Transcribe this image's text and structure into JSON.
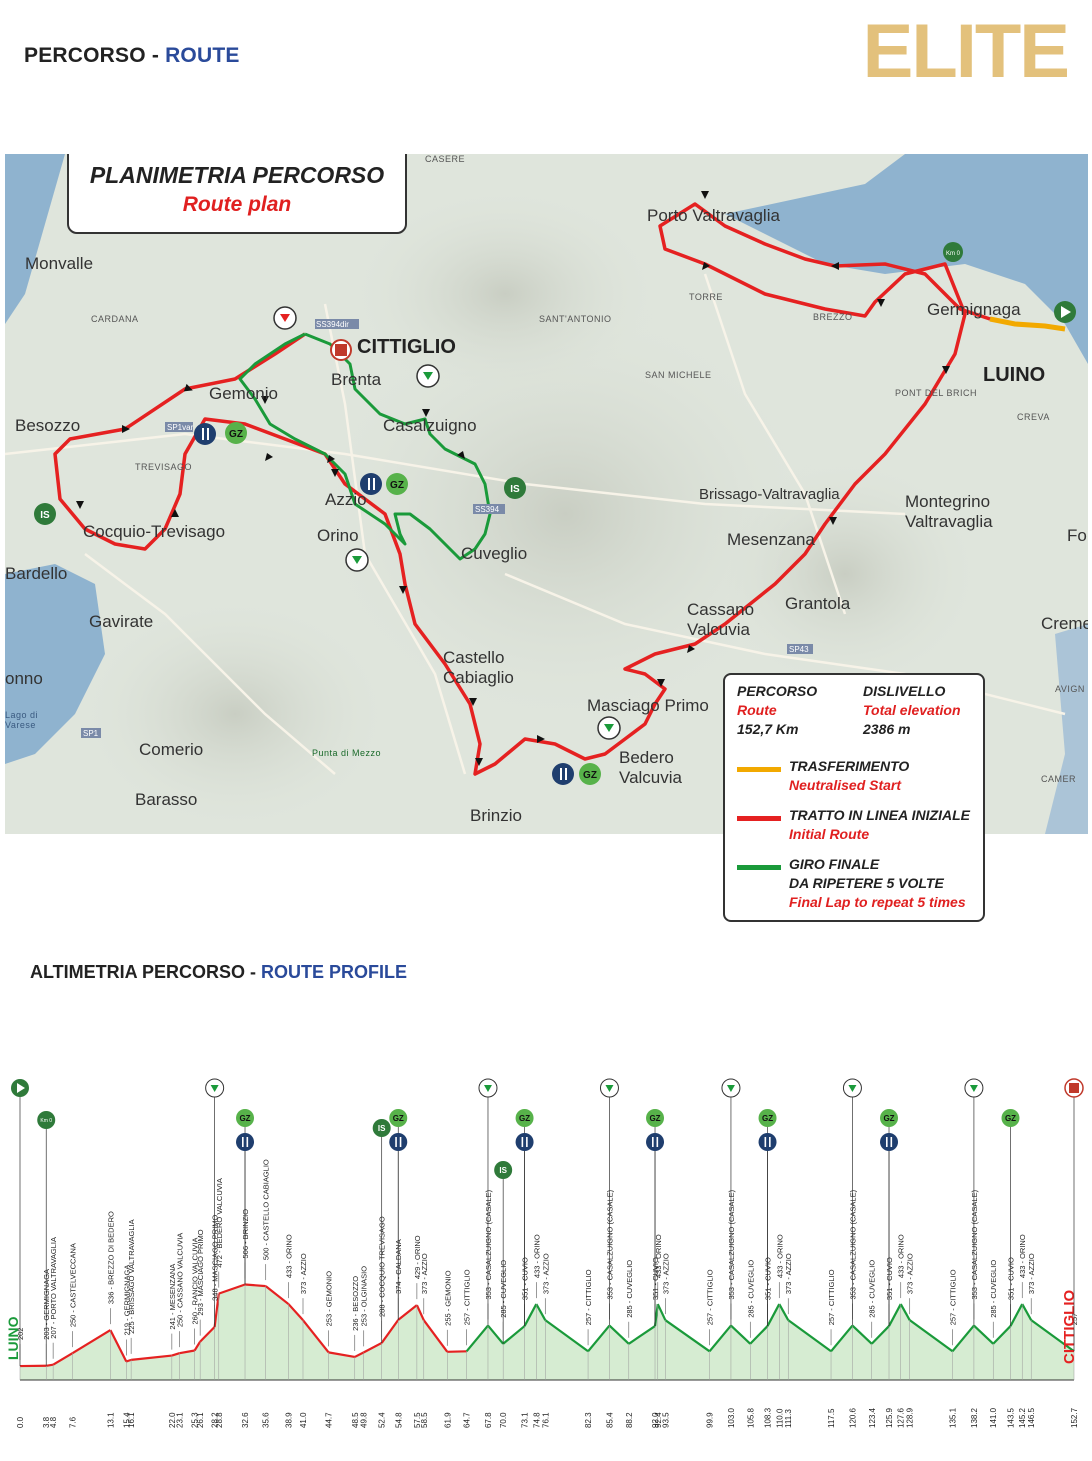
{
  "header": {
    "title_a": "PERCORSO - ",
    "title_b": "ROUTE",
    "category": "ELITE"
  },
  "map": {
    "plan_title": "PLANIMETRIA PERCORSO",
    "plan_subtitle": "Route plan",
    "places": [
      "Monvalle",
      "CARDANA",
      "Besozzo",
      "TREVISAGO",
      "Cocquio-Trevisago",
      "Bardello",
      "Gavirate",
      "onno",
      "Lago di Varese",
      "Comerio",
      "Barasso",
      "Gemonio",
      "Brenta",
      "CITTIGLIO",
      "Casalzuigno",
      "Azzio",
      "Orino",
      "Cuveglio",
      "Castello Cabiaglio",
      "Punta di Mezzo",
      "Brinzio",
      "Masciago Primo",
      "Bedero Valcuvia",
      "Cassano Valcuvia",
      "Grantola",
      "Mesenzana",
      "Brissago-Valtravaglia",
      "Montegrino Valtravaglia",
      "Porto Valtravaglia",
      "TORRE",
      "BREZZO",
      "SANT'ANTONIO",
      "SAN MICHELE",
      "Germignaga",
      "LUINO",
      "PONT DEL BRICH",
      "CREVA",
      "Cremenaga",
      "AVIGN",
      "CAMER",
      "CASERE",
      "For"
    ],
    "road_labels": [
      "SP1var",
      "SP1",
      "SS394dir",
      "SS394",
      "SP43"
    ],
    "icons": [
      "start-flag",
      "km0-marker",
      "finish-flag",
      "feed-zone",
      "gz-marker",
      "is-marker",
      "descent-marker"
    ]
  },
  "legend": {
    "percorso": "PERCORSO",
    "route": "Route",
    "distance": "152,7 Km",
    "dislivello": "DISLIVELLO",
    "total_elevation": "Total elevation",
    "elevation": "2386 m",
    "items": [
      {
        "title": "TRASFERIMENTO",
        "sub": "Neutralised Start",
        "color": "#f2a900"
      },
      {
        "title": "TRATTO IN LINEA INIZIALE",
        "sub": "Initial Route",
        "color": "#e52121"
      },
      {
        "title": "GIRO FINALE",
        "title2": "DA RIPETERE 5 VOLTE",
        "sub": "Final Lap to repeat 5 times",
        "color": "#1a9a3a"
      }
    ]
  },
  "profile": {
    "title_a": "ALTIMETRIA PERCORSO - ",
    "title_b": "ROUTE PROFILE",
    "start_label": "LUINO",
    "finish_label": "CITTIGLIO",
    "points": [
      {
        "km": 0.0,
        "alt": 202,
        "name": "",
        "color": "#f2a900"
      },
      {
        "km": 3.8,
        "alt": 203,
        "name": "GERMIGNAGA",
        "color": "#e52121"
      },
      {
        "km": 4.8,
        "alt": 207,
        "name": "PORTO VALTRAVAGLIA",
        "color": "#e52121"
      },
      {
        "km": 7.6,
        "alt": 250,
        "name": "CASTELVECCANA",
        "color": "#e52121"
      },
      {
        "km": 13.1,
        "alt": 336,
        "name": "BREZZO DI BEDERO",
        "color": "#e52121"
      },
      {
        "km": 15.4,
        "alt": 219,
        "name": "GERMIGNAGA",
        "color": "#e52121"
      },
      {
        "km": 16.1,
        "alt": 225,
        "name": "BRISSAGO VALTRAVAGLIA",
        "color": "#e52121"
      },
      {
        "km": 22.0,
        "alt": 241,
        "name": "MESENZANA",
        "color": "#e52121"
      },
      {
        "km": 23.1,
        "alt": 250,
        "name": "CASSANO VALCUVIA",
        "color": "#e52121"
      },
      {
        "km": 25.3,
        "alt": 260,
        "name": "RANCIO VALCUVIA",
        "color": "#e52121"
      },
      {
        "km": 26.1,
        "alt": 293,
        "name": "MASCIAGO PRIMO",
        "color": "#e52121"
      },
      {
        "km": 28.2,
        "alt": 348,
        "name": "MASCIAGO PRIMO",
        "color": "#e52121"
      },
      {
        "km": 28.8,
        "alt": 472,
        "name": "BEDERO VALCUVIA",
        "color": "#e52121"
      },
      {
        "km": 32.6,
        "alt": 506,
        "name": "BRINZIO",
        "color": "#e52121"
      },
      {
        "km": 35.6,
        "alt": 500,
        "name": "CASTELLO CABIAGLIO",
        "color": "#e52121"
      },
      {
        "km": 38.9,
        "alt": 433,
        "name": "ORINO",
        "color": "#e52121"
      },
      {
        "km": 41.0,
        "alt": 373,
        "name": "AZZIO",
        "color": "#e52121"
      },
      {
        "km": 44.7,
        "alt": 253,
        "name": "GEMONIO",
        "color": "#e52121"
      },
      {
        "km": 48.5,
        "alt": 236,
        "name": "BESOZZO",
        "color": "#e52121"
      },
      {
        "km": 49.8,
        "alt": 253,
        "name": "OLGINASIO",
        "color": "#e52121"
      },
      {
        "km": 52.4,
        "alt": 288,
        "name": "COCQUIO TREVISAGO",
        "color": "#e52121"
      },
      {
        "km": 54.8,
        "alt": 374,
        "name": "CALDANA",
        "color": "#e52121"
      },
      {
        "km": 57.5,
        "alt": 429,
        "name": "ORINO",
        "color": "#e52121"
      },
      {
        "km": 58.5,
        "alt": 373,
        "name": "AZZIO",
        "color": "#e52121"
      },
      {
        "km": 61.9,
        "alt": 255,
        "name": "GEMONIO",
        "color": "#e52121"
      },
      {
        "km": 64.7,
        "alt": 257,
        "name": "CITTIGLIO",
        "color": "#e52121"
      },
      {
        "km": 67.8,
        "alt": 353,
        "name": "CASALZUIGNO (CASALE)",
        "color": "#1a9a3a"
      },
      {
        "km": 70.0,
        "alt": 285,
        "name": "CUVEGLIO",
        "color": "#1a9a3a"
      },
      {
        "km": 73.1,
        "alt": 351,
        "name": "CUVIO",
        "color": "#1a9a3a"
      },
      {
        "km": 74.8,
        "alt": 433,
        "name": "ORINO",
        "color": "#1a9a3a"
      },
      {
        "km": 76.1,
        "alt": 373,
        "name": "AZZIO",
        "color": "#1a9a3a"
      },
      {
        "km": 82.3,
        "alt": 257,
        "name": "CITTIGLIO",
        "color": "#1a9a3a"
      },
      {
        "km": 85.4,
        "alt": 353,
        "name": "CASALZUIGNO (CASALE)",
        "color": "#1a9a3a"
      },
      {
        "km": 88.2,
        "alt": 285,
        "name": "CUVEGLIO",
        "color": "#1a9a3a"
      },
      {
        "km": 92.0,
        "alt": 351,
        "name": "CUVIO",
        "color": "#1a9a3a"
      },
      {
        "km": 92.4,
        "alt": 433,
        "name": "ORINO",
        "color": "#1a9a3a"
      },
      {
        "km": 93.5,
        "alt": 373,
        "name": "AZZIO",
        "color": "#1a9a3a"
      },
      {
        "km": 99.9,
        "alt": 257,
        "name": "CITTIGLIO",
        "color": "#1a9a3a"
      },
      {
        "km": 103.0,
        "alt": 353,
        "name": "CASALZUIGNO (CASALE)",
        "color": "#1a9a3a"
      },
      {
        "km": 105.8,
        "alt": 285,
        "name": "CUVEGLIO",
        "color": "#1a9a3a"
      },
      {
        "km": 108.3,
        "alt": 351,
        "name": "CUVIO",
        "color": "#1a9a3a"
      },
      {
        "km": 110.0,
        "alt": 433,
        "name": "ORINO",
        "color": "#1a9a3a"
      },
      {
        "km": 111.3,
        "alt": 373,
        "name": "AZZIO",
        "color": "#1a9a3a"
      },
      {
        "km": 117.5,
        "alt": 257,
        "name": "CITTIGLIO",
        "color": "#1a9a3a"
      },
      {
        "km": 120.6,
        "alt": 353,
        "name": "CASALZUIGNO (CASALE)",
        "color": "#1a9a3a"
      },
      {
        "km": 123.4,
        "alt": 285,
        "name": "CUVEGLIO",
        "color": "#1a9a3a"
      },
      {
        "km": 125.9,
        "alt": 351,
        "name": "CUVIO",
        "color": "#1a9a3a"
      },
      {
        "km": 127.6,
        "alt": 433,
        "name": "ORINO",
        "color": "#1a9a3a"
      },
      {
        "km": 128.9,
        "alt": 373,
        "name": "AZZIO",
        "color": "#1a9a3a"
      },
      {
        "km": 135.1,
        "alt": 257,
        "name": "CITTIGLIO",
        "color": "#1a9a3a"
      },
      {
        "km": 138.2,
        "alt": 353,
        "name": "CASALZUIGNO (CASALE)",
        "color": "#1a9a3a"
      },
      {
        "km": 141.0,
        "alt": 285,
        "name": "CUVEGLIO",
        "color": "#1a9a3a"
      },
      {
        "km": 143.5,
        "alt": 351,
        "name": "CUVIO",
        "color": "#1a9a3a"
      },
      {
        "km": 145.2,
        "alt": 433,
        "name": "ORINO",
        "color": "#1a9a3a"
      },
      {
        "km": 146.5,
        "alt": 373,
        "name": "AZZIO",
        "color": "#1a9a3a"
      },
      {
        "km": 152.7,
        "alt": 257,
        "name": "",
        "color": "#1a9a3a"
      }
    ],
    "km_total": 152.7,
    "markers": [
      {
        "km": 0.0,
        "type": "start"
      },
      {
        "km": 3.8,
        "type": "km0",
        "label": "Km 0"
      },
      {
        "km": 28.2,
        "type": "descent"
      },
      {
        "km": 32.6,
        "type": "gz",
        "label": "GZ"
      },
      {
        "km": 32.6,
        "type": "feed"
      },
      {
        "km": 52.4,
        "type": "is",
        "label": "IS"
      },
      {
        "km": 54.8,
        "type": "gz",
        "label": "GZ"
      },
      {
        "km": 54.8,
        "type": "feed"
      },
      {
        "km": 67.8,
        "type": "descent"
      },
      {
        "km": 70.0,
        "type": "is",
        "label": "IS"
      },
      {
        "km": 73.1,
        "type": "gz",
        "label": "GZ"
      },
      {
        "km": 73.1,
        "type": "feed"
      },
      {
        "km": 85.4,
        "type": "descent"
      },
      {
        "km": 92.0,
        "type": "gz",
        "label": "GZ"
      },
      {
        "km": 92.0,
        "type": "feed"
      },
      {
        "km": 103.0,
        "type": "descent"
      },
      {
        "km": 108.3,
        "type": "gz",
        "label": "GZ"
      },
      {
        "km": 108.3,
        "type": "feed"
      },
      {
        "km": 120.6,
        "type": "descent"
      },
      {
        "km": 125.9,
        "type": "gz",
        "label": "GZ"
      },
      {
        "km": 125.9,
        "type": "feed"
      },
      {
        "km": 138.2,
        "type": "descent"
      },
      {
        "km": 143.5,
        "type": "gz",
        "label": "GZ"
      },
      {
        "km": 152.7,
        "type": "finish"
      }
    ]
  }
}
